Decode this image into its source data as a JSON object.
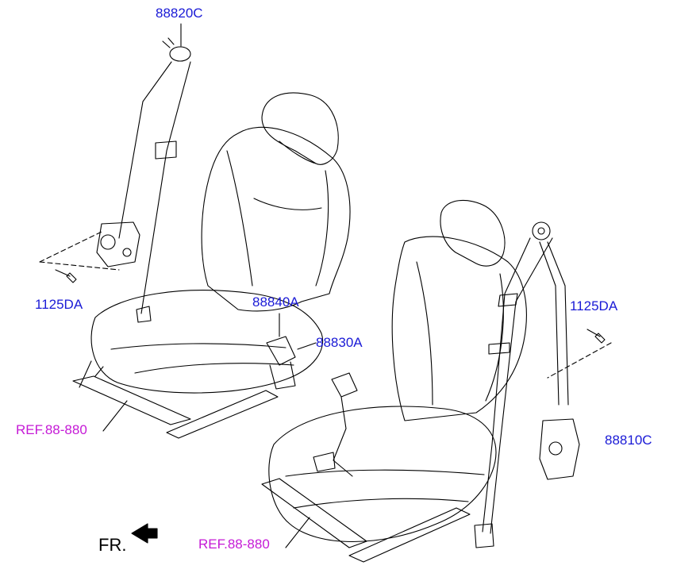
{
  "colors": {
    "part_label": "#1a1ad6",
    "ref_label": "#c51ad6",
    "line": "#000000",
    "background": "#ffffff"
  },
  "labels": {
    "retractor_top": "88820C",
    "bolt_left": "1125DA",
    "buckle_center": "88840A",
    "buckle_right": "88830A",
    "bolt_right": "1125DA",
    "retractor_right": "88810C",
    "ref_left": "REF.88-880",
    "ref_bottom": "REF.88-880",
    "front_indicator": "FR."
  },
  "icons": {
    "front_arrow": "front-arrow-icon"
  }
}
